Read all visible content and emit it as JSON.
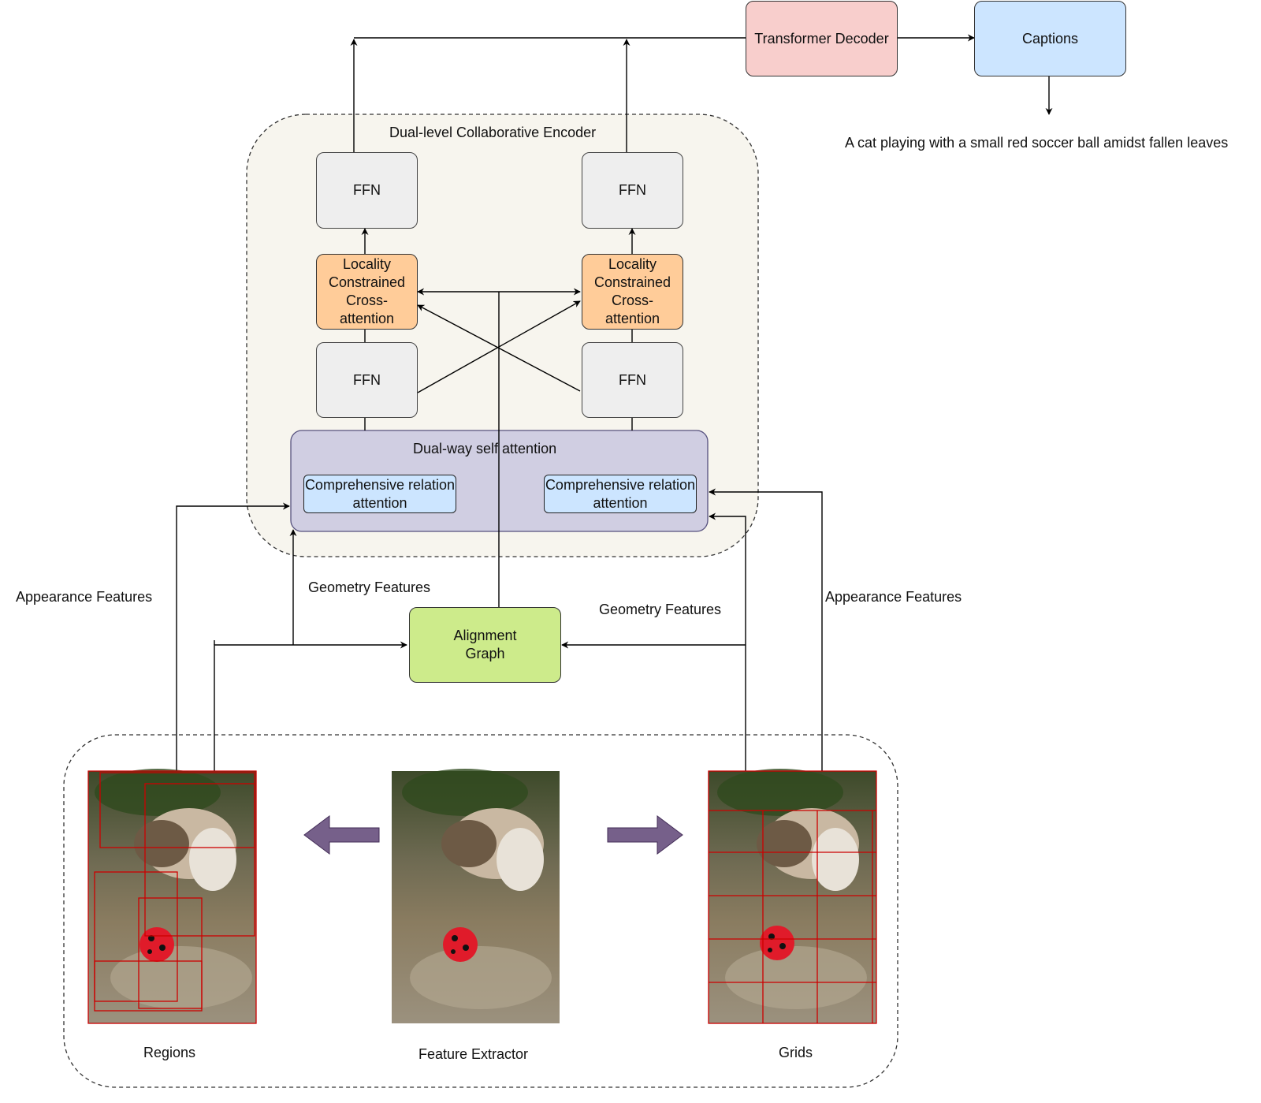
{
  "transformer_decoder": "Transformer Decoder",
  "captions_box": "Captions",
  "caption_text": "A cat playing with a small red soccer ball amidst fallen leaves",
  "encoder_title": "Dual-level Collaborative Encoder",
  "ffn_label": "FFN",
  "lcc_label": "Locality Constrained Cross-attention",
  "dual_way_title": "Dual-way self attention",
  "cra_label": "Comprehensive relation attention",
  "alignment_graph": "Alignment Graph",
  "appearance_features": "Appearance Features",
  "geometry_features": "Geometry Features",
  "regions": "Regions",
  "feature_extractor": "Feature Extractor",
  "grids": "Grids",
  "colors": {
    "decoder": "#f8cecc",
    "captions": "#cce5ff",
    "encoder_bg": "#f7f5ee",
    "ffn": "#eeeeee",
    "lcc": "#ffcc99",
    "dual_way": "#d0cee2",
    "alignment": "#cdeb8b",
    "fat_arrow": "#76608a",
    "grid_lines": "#cc0000"
  }
}
